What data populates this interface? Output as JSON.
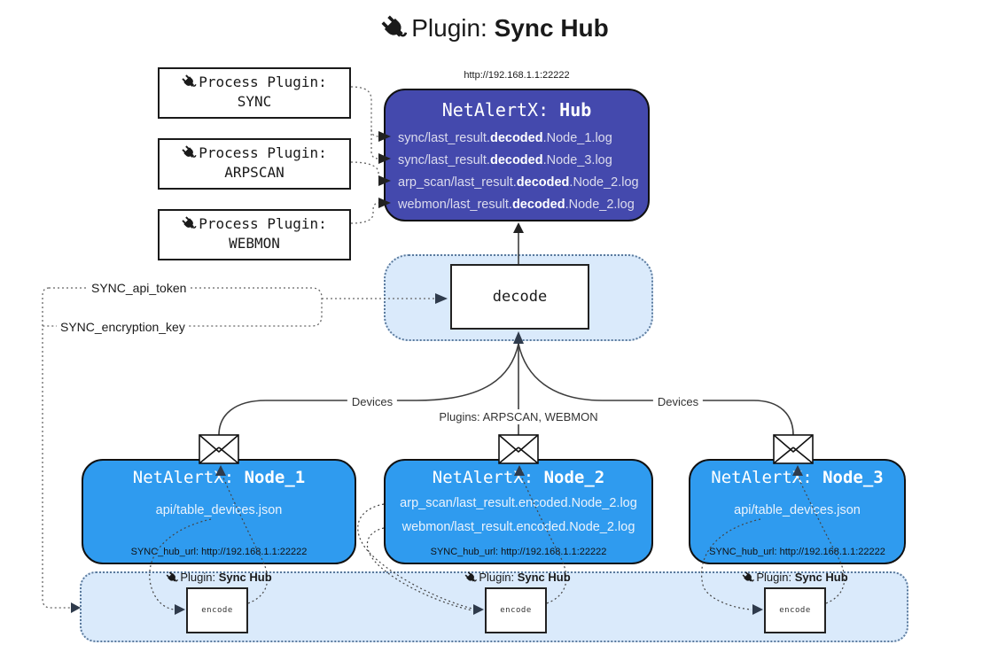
{
  "title": {
    "icon": "plug-icon",
    "prefix": "Plugin: ",
    "bold": "Sync Hub"
  },
  "process_plugins": [
    {
      "label": "Process Plugin:",
      "name": "SYNC"
    },
    {
      "label": "Process Plugin:",
      "name": "ARPSCAN"
    },
    {
      "label": "Process Plugin:",
      "name": "WEBMON"
    }
  ],
  "hub": {
    "url": "http://192.168.1.1:22222",
    "title_prefix": "NetAlertX: ",
    "title_name": "Hub",
    "lines": [
      {
        "pre": "sync/last_result.",
        "bold": "decoded",
        "post": ".Node_1.log"
      },
      {
        "pre": "sync/last_result.",
        "bold": "decoded",
        "post": ".Node_3.log"
      },
      {
        "pre": "arp_scan/last_result.",
        "bold": "decoded",
        "post": ".Node_2.log"
      },
      {
        "pre": "webmon/last_result.",
        "bold": "decoded",
        "post": ".Node_2.log"
      }
    ]
  },
  "decode": {
    "label": "decode"
  },
  "secrets": {
    "api_token": "SYNC_api_token",
    "encryption_key": "SYNC_encryption_key"
  },
  "edges": {
    "devices_left": "Devices",
    "plugins_center": "Plugins: ARPSCAN, WEBMON",
    "devices_right": "Devices"
  },
  "nodes": [
    {
      "title_prefix": "NetAlertX: ",
      "title_name": "Node_1",
      "files": [
        "api/table_devices.json"
      ],
      "footer": "SYNC_hub_url: http://192.168.1.1:22222"
    },
    {
      "title_prefix": "NetAlertX: ",
      "title_name": "Node_2",
      "files": [
        "arp_scan/last_result.encoded.Node_2.log",
        "webmon/last_result.encoded.Node_2.log"
      ],
      "footer": "SYNC_hub_url: http://192.168.1.1:22222"
    },
    {
      "title_prefix": "NetAlertX: ",
      "title_name": "Node_3",
      "files": [
        "api/table_devices.json"
      ],
      "footer": "SYNC_hub_url: http://192.168.1.1:22222"
    }
  ],
  "band": {
    "plugin_label_prefix": "Plugin: ",
    "plugin_label_bold": "Sync Hub",
    "encode_label": "encode"
  },
  "colors": {
    "hub_bg": "#4449ad",
    "node_bg": "#2f9bef",
    "panel_bg": "#daeafb",
    "panel_border": "#5b7a9d",
    "hub_text": "#dcdcee",
    "node_text": "#eaf3fd",
    "arrow": "#2f3b4c",
    "ink": "#1a1a1a"
  }
}
